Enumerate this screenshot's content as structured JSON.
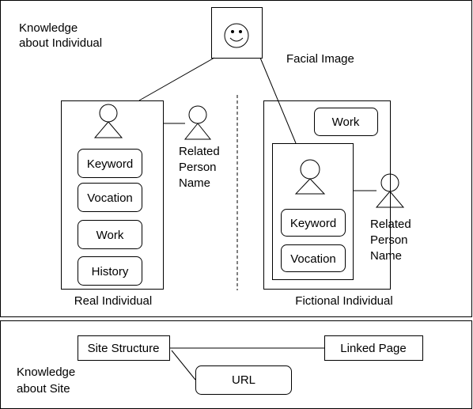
{
  "individual_panel": {
    "label": [
      "Knowledge",
      "about Individual"
    ],
    "facial_image_label": "Facial Image",
    "real_individual": {
      "label": "Real Individual",
      "attributes": [
        "Keyword",
        "Vocation",
        "Work",
        "History"
      ],
      "related_person_label": [
        "Related",
        "Person",
        "Name"
      ]
    },
    "fictional_individual": {
      "label": "Fictional Individual",
      "work_label": "Work",
      "attributes": [
        "Keyword",
        "Vocation"
      ],
      "related_person_label": [
        "Related",
        "Person",
        "Name"
      ]
    }
  },
  "site_panel": {
    "label": [
      "Knowledge",
      "about Site"
    ],
    "site_structure_label": "Site Structure",
    "linked_page_label": "Linked Page",
    "url_label": "URL"
  }
}
